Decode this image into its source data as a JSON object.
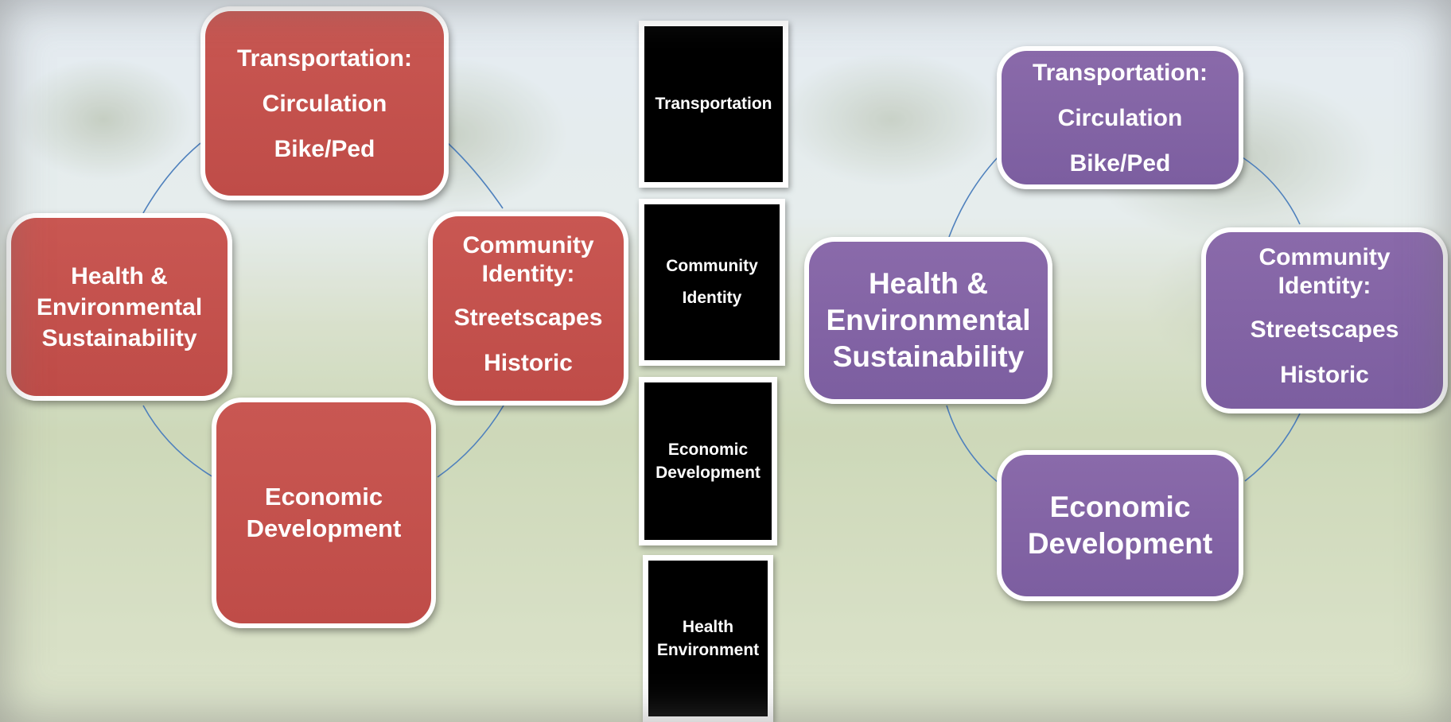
{
  "left_cycle": {
    "color": "#c0504d",
    "nodes": {
      "transportation": [
        "Transportation:",
        "Circulation",
        "Bike/Ped"
      ],
      "community": [
        "Community Identity:",
        "Streetscapes",
        "Historic"
      ],
      "economic": [
        "Economic Development"
      ],
      "health": [
        "Health & Environmental Sustainability"
      ]
    }
  },
  "middle_cards": [
    "Transportation",
    "Community Identity",
    "Economic Development",
    "Health Environment"
  ],
  "right_cycle": {
    "color": "#8064a2",
    "nodes": {
      "transportation": [
        "Transportation:",
        "Circulation",
        "Bike/Ped"
      ],
      "community": [
        "Community Identity:",
        "Streetscapes",
        "Historic"
      ],
      "economic": [
        "Economic Development"
      ],
      "health": [
        "Health & Environmental Sustainability"
      ]
    }
  }
}
